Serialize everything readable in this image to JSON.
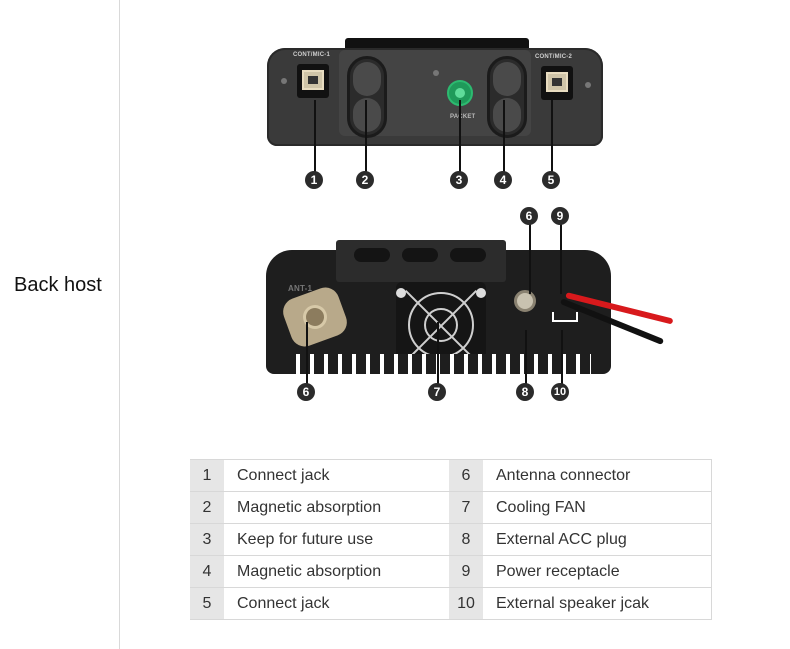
{
  "section": {
    "label": "Back host"
  },
  "device_front": {
    "labels": {
      "jack_left": "CONT/MIC-1",
      "jack_right": "CONT/MIC-2",
      "port": "PACKET"
    },
    "callouts": [
      "1",
      "2",
      "3",
      "4",
      "5"
    ]
  },
  "device_back": {
    "labels": {
      "antenna": "ANT-1"
    },
    "callouts_top": [
      "6",
      "9"
    ],
    "callouts_bottom": [
      "6",
      "7",
      "8",
      "10"
    ]
  },
  "legend": {
    "rows": [
      {
        "left_num": "1",
        "left_desc": "Connect jack",
        "right_num": "6",
        "right_desc": "Antenna connector"
      },
      {
        "left_num": "2",
        "left_desc": "Magnetic absorption",
        "right_num": "7",
        "right_desc": "Cooling FAN"
      },
      {
        "left_num": "3",
        "left_desc": "Keep for future use",
        "right_num": "8",
        "right_desc": "External ACC plug"
      },
      {
        "left_num": "4",
        "left_desc": "Magnetic absorption",
        "right_num": "9",
        "right_desc": "Power receptacle"
      },
      {
        "left_num": "5",
        "left_desc": "Connect jack",
        "right_num": "10",
        "right_desc": "External speaker jcak"
      }
    ]
  },
  "colors": {
    "callout_badge": "#2b2b2b",
    "packet_port": "#1f9a5a",
    "power_cable": "#d8191c",
    "table_num_bg": "#e6e6e6",
    "divider": "#d9d9d9"
  }
}
